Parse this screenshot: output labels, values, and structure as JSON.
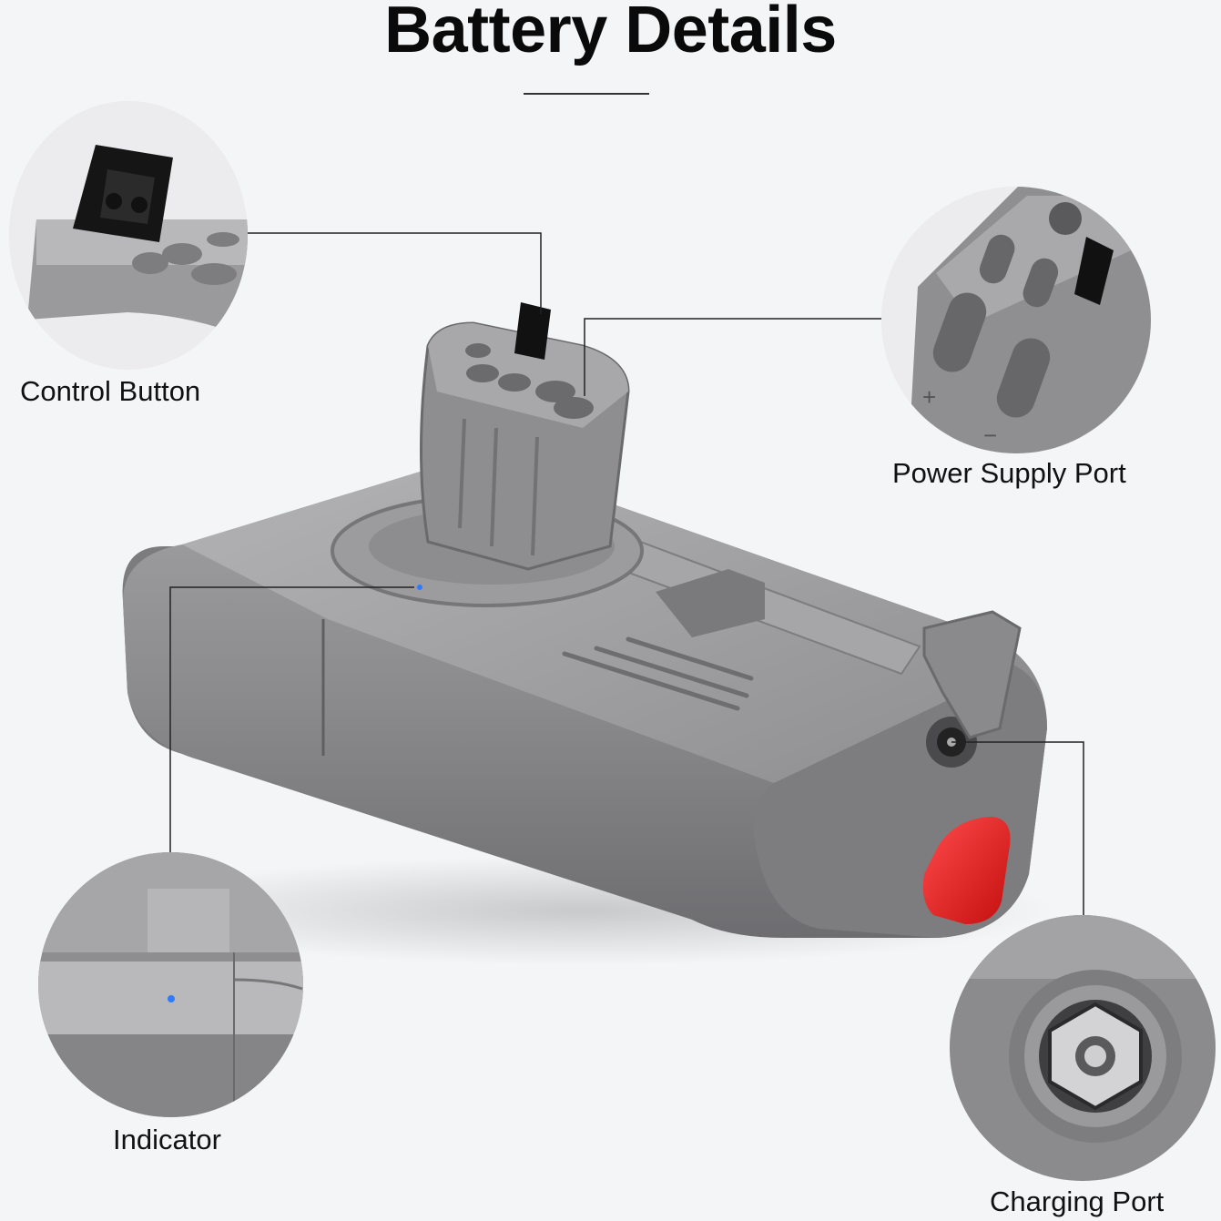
{
  "title": "Battery Details",
  "callouts": {
    "control_button": "Control Button",
    "power_supply_port": "Power Supply Port",
    "indicator": "Indicator",
    "charging_port": "Charging Port"
  },
  "colors": {
    "background": "#f4f5f7",
    "battery_body": "#8e8e90",
    "battery_dark": "#6f6f72",
    "release_button": "#e21b1b",
    "indicator_led": "#2f7bff",
    "leader_line": "#222222"
  },
  "icons": [
    "battery-pack-image",
    "control-button-zoom",
    "power-port-zoom",
    "indicator-zoom",
    "charging-port-zoom"
  ]
}
